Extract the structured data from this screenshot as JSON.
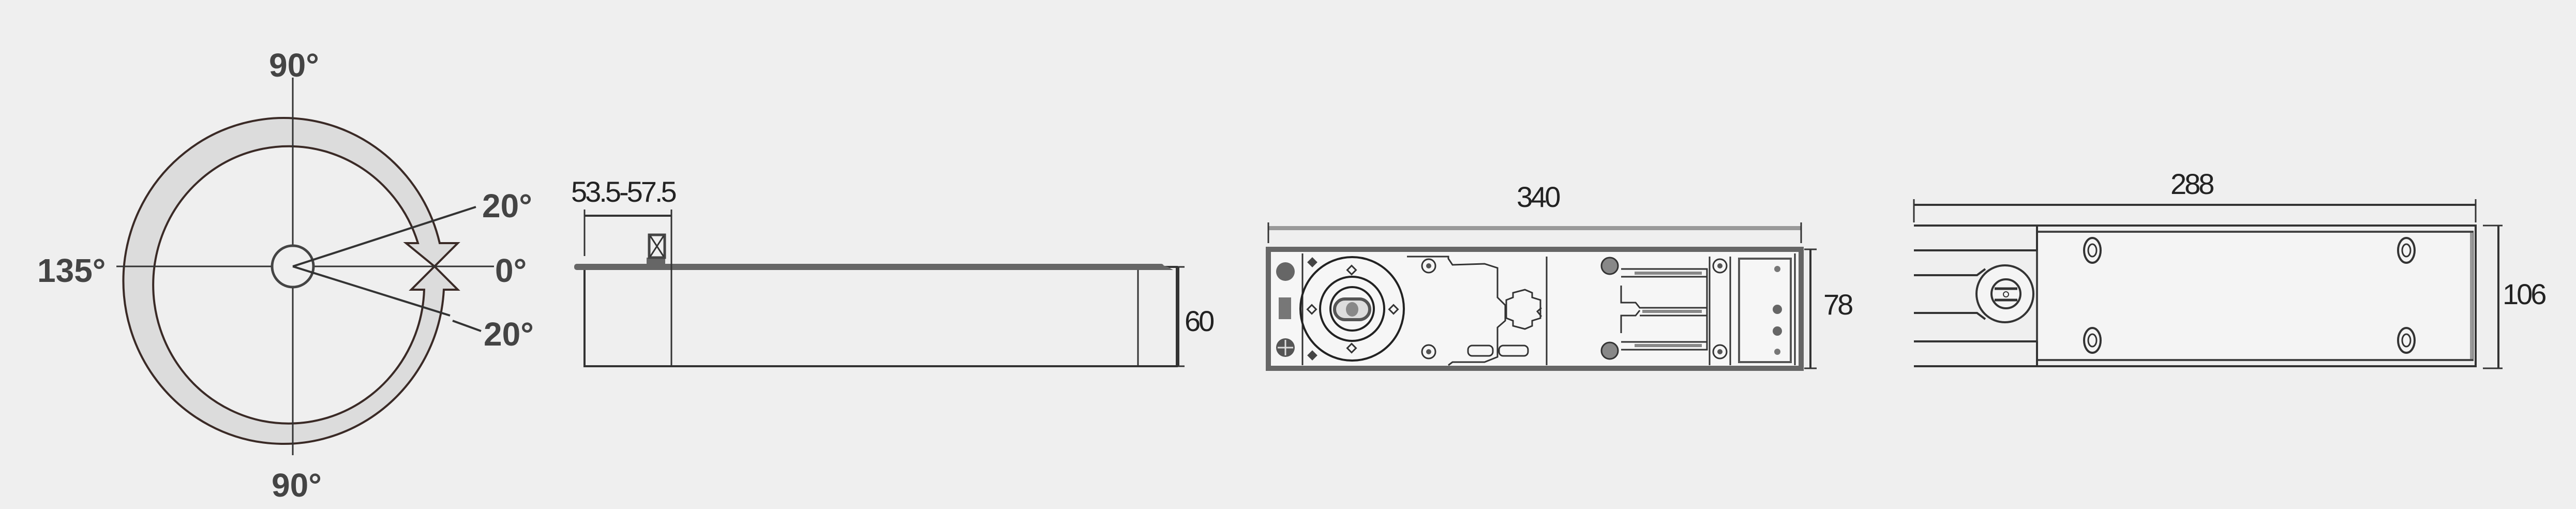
{
  "figure": {
    "background": "#efefef",
    "line_color": "#333333",
    "ring_fill": "#dcdcdc"
  },
  "angle_diagram": {
    "label_top": "90°",
    "label_bottom": "90°",
    "label_left": "135°",
    "label_right": "0°",
    "label_upper_right": "20°",
    "label_lower_right": "20°"
  },
  "side_view": {
    "top_dim": "53.5-57.5",
    "height_dim": "60"
  },
  "plan_view": {
    "length_dim": "340",
    "width_dim": "78"
  },
  "cover_plate": {
    "length_dim": "288",
    "width_dim": "106"
  }
}
